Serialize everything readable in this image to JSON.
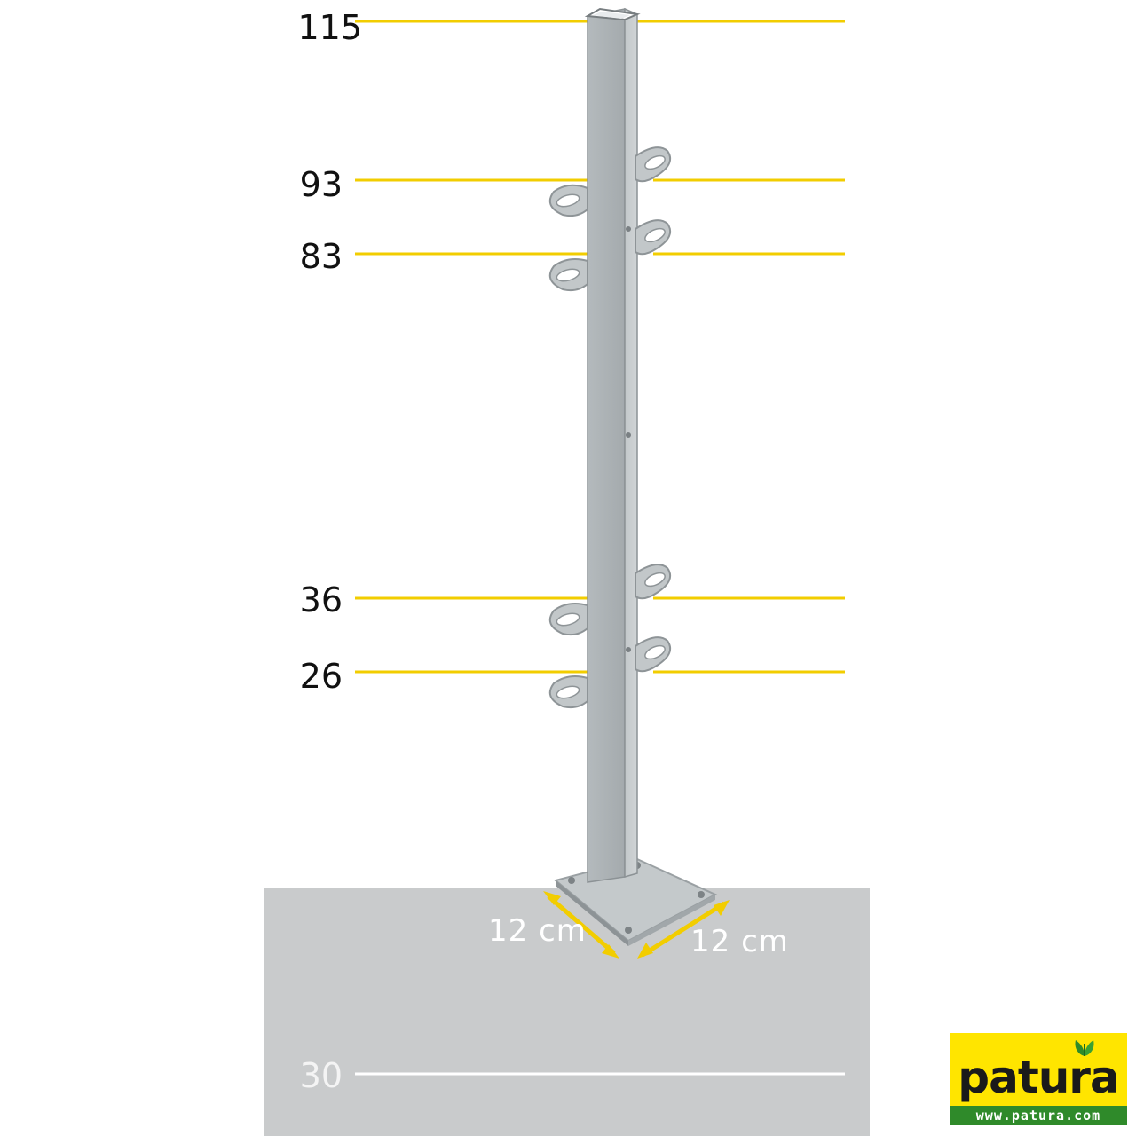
{
  "heights": [
    {
      "label": "115"
    },
    {
      "label": "93"
    },
    {
      "label": "83"
    },
    {
      "label": "36"
    },
    {
      "label": "26"
    }
  ],
  "below_ground": {
    "label": "30"
  },
  "base_plate": {
    "width_label": "12 cm",
    "depth_label": "12 cm"
  },
  "colors": {
    "wire": "#f2cd00",
    "ground_line": "#ffffff",
    "arrow": "#f2cd00",
    "brand_yellow": "#ffe500",
    "brand_green": "#2f8a2a"
  },
  "brand": {
    "name": "patura",
    "url": "www.patura.com"
  }
}
